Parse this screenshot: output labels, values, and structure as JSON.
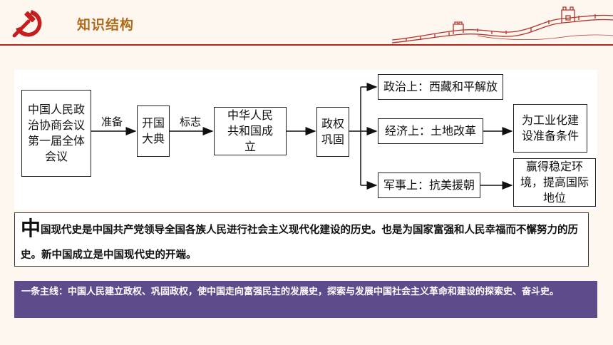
{
  "header": {
    "title": "知识结构",
    "colors": {
      "accent": "#b3261e",
      "title": "#b06a1b",
      "mainline_bg": "#5e4b8b"
    }
  },
  "diagram": {
    "nodes": {
      "conference": "中国人民政治协商会议第一届全体会议",
      "ceremony": "开国大典",
      "prc": "中华人民共和国成立",
      "consolidate": "政权巩固",
      "political": "政治上：西藏和平解放",
      "economic": "经济上：土地改革",
      "military": "军事上：抗美援朝",
      "industry": "为工业化建设准备条件",
      "environment": "赢得稳定环境，提高国际地位"
    },
    "edges": {
      "prepare": "准备",
      "mark": "标志"
    }
  },
  "summary": {
    "lead_char": "中",
    "text": "国现代史是中国共产党领导全国各族人民进行社会主义现代化建设的历史。也是为国家富强和人民幸福而不懈努力的历史。新中国成立是中国现代史的开端。"
  },
  "mainline": {
    "text": "一条主线：中国人民建立政权、巩固政权，使中国走向富强民主的发展史，探索与发展中国社会主义革命和建设的探索史、奋斗史。"
  }
}
